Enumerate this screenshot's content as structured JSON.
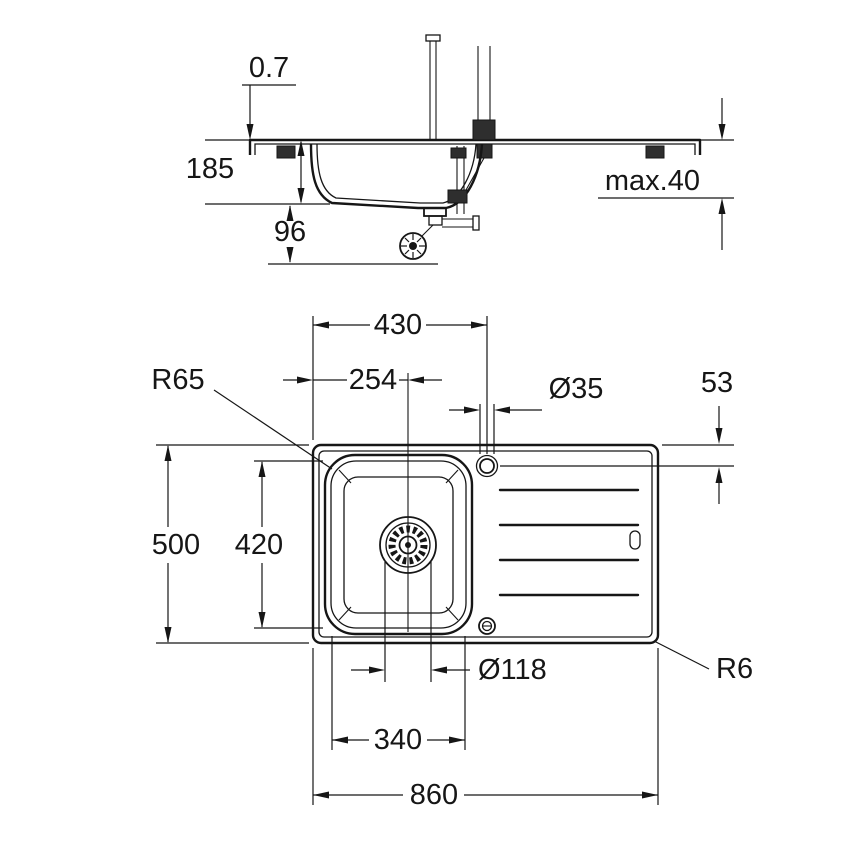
{
  "colors": {
    "ink": "#161616",
    "background": "#ffffff"
  },
  "drawing": {
    "side_view": {
      "sheet_thickness": "0.7",
      "bowl_depth": "185",
      "drain_clearance": "96",
      "max_worktop_thickness": "max.40"
    },
    "plan_view": {
      "faucet_hole_from_left": "430",
      "bowl_corner_radius": "R65",
      "drain_center_from_left": "254",
      "faucet_hole_diameter": "Ø35",
      "faucet_hole_from_top": "53",
      "overall_depth": "500",
      "bowl_inner_length": "420",
      "drain_diameter": "Ø118",
      "outer_corner_radius": "R6",
      "bowl_inner_width": "340",
      "overall_width": "860"
    }
  }
}
